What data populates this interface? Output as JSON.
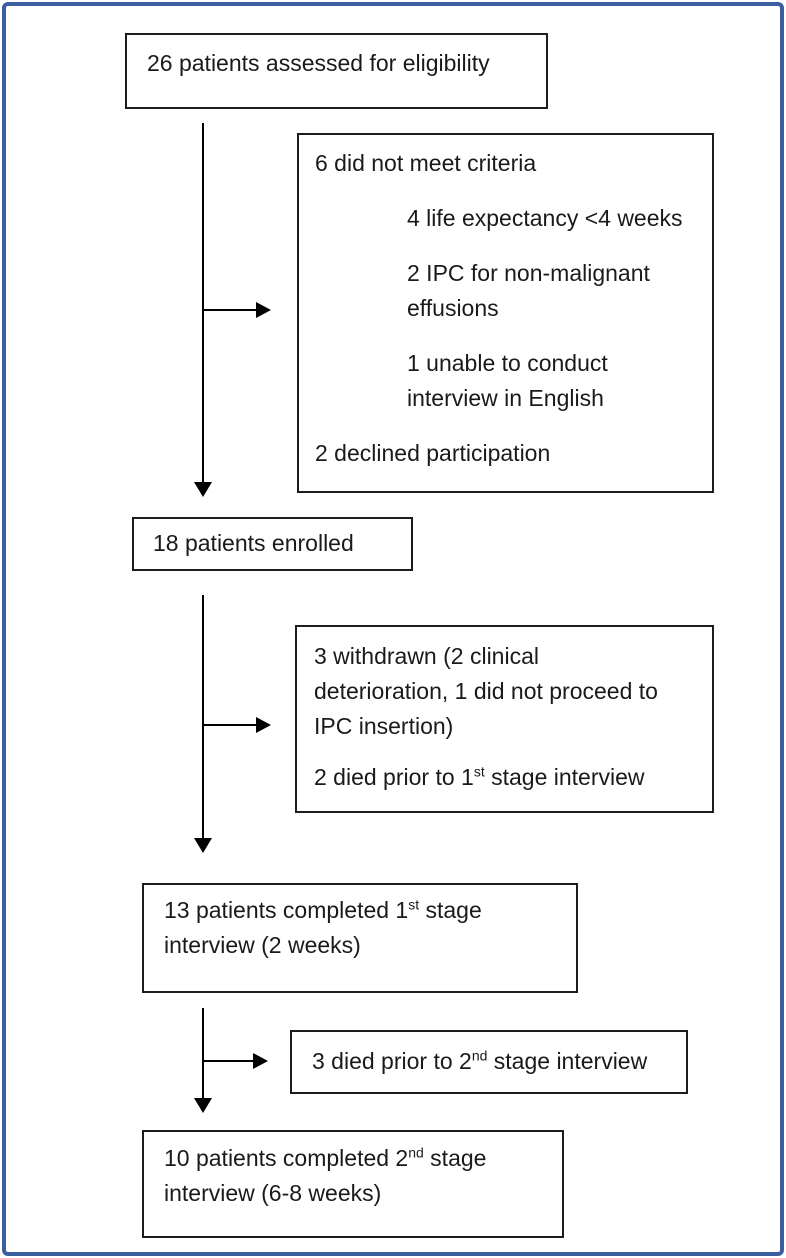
{
  "diagram": {
    "kind": "patient-flow-diagram",
    "outer_border_color": "#3A5F9F",
    "box_border_color": "#1d1d1d",
    "text_color": "#1a1a1a",
    "assessed": {
      "text": "26 patients assessed for eligibility"
    },
    "exclusion1": {
      "header": "6 did not meet criteria",
      "reasons": [
        {
          "lines": [
            "4 life expectancy <4 weeks"
          ]
        },
        {
          "lines": [
            "2 IPC for non-malignant",
            "effusions"
          ]
        },
        {
          "lines": [
            "1 unable to conduct",
            "interview in English"
          ]
        }
      ],
      "footer": "2 declined participation"
    },
    "enrolled": {
      "text": "18 patients enrolled"
    },
    "exclusion2": {
      "para1_lines": [
        "3 withdrawn (2 clinical",
        "deterioration, 1 did not proceed to",
        "IPC insertion)"
      ],
      "para2": {
        "pre": "2 died prior to 1",
        "sup": "st",
        "post": " stage interview"
      }
    },
    "stage1": {
      "line1": {
        "pre": "13 patients completed 1",
        "sup": "st",
        "post": " stage"
      },
      "line2": "interview (2 weeks)"
    },
    "exclusion3": {
      "pre": "3 died prior to 2",
      "sup": "nd",
      "post": " stage interview"
    },
    "stage2": {
      "line1": {
        "pre": "10 patients completed 2",
        "sup": "nd",
        "post": " stage"
      },
      "line2": "interview (6-8 weeks)"
    }
  }
}
